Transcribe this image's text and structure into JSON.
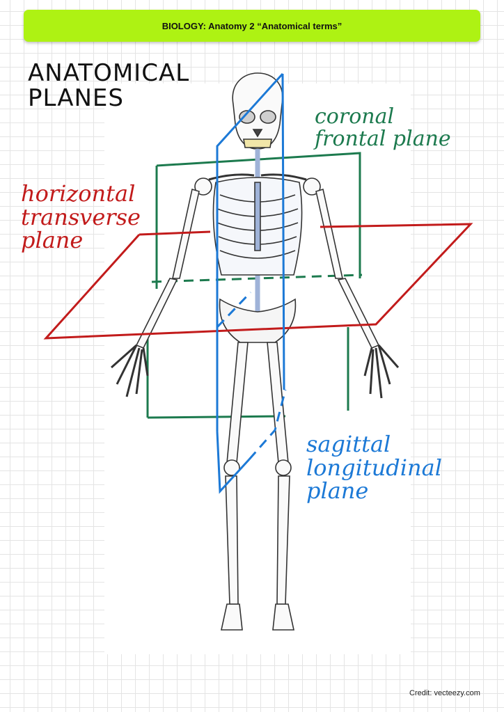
{
  "banner": {
    "text": "BIOLOGY: Anatomy 2   “Anatomical terms”"
  },
  "title": {
    "line1": "ANATOMICAL",
    "line2": "PLANES"
  },
  "labels": {
    "coronal": {
      "line1": "coronal",
      "line2": "frontal plane",
      "color": "#1c7a4e"
    },
    "horizontal": {
      "line1": "horizontal",
      "line2": "transverse",
      "line3": "plane",
      "color": "#c21b1b"
    },
    "sagittal": {
      "line1": "sagittal",
      "line2": "longitudinal",
      "line3": "plane",
      "color": "#1c79d6"
    }
  },
  "credit": {
    "text": "Credit: vecteezy.com"
  },
  "illustration": {
    "subject": "human skeleton, anterior view"
  }
}
